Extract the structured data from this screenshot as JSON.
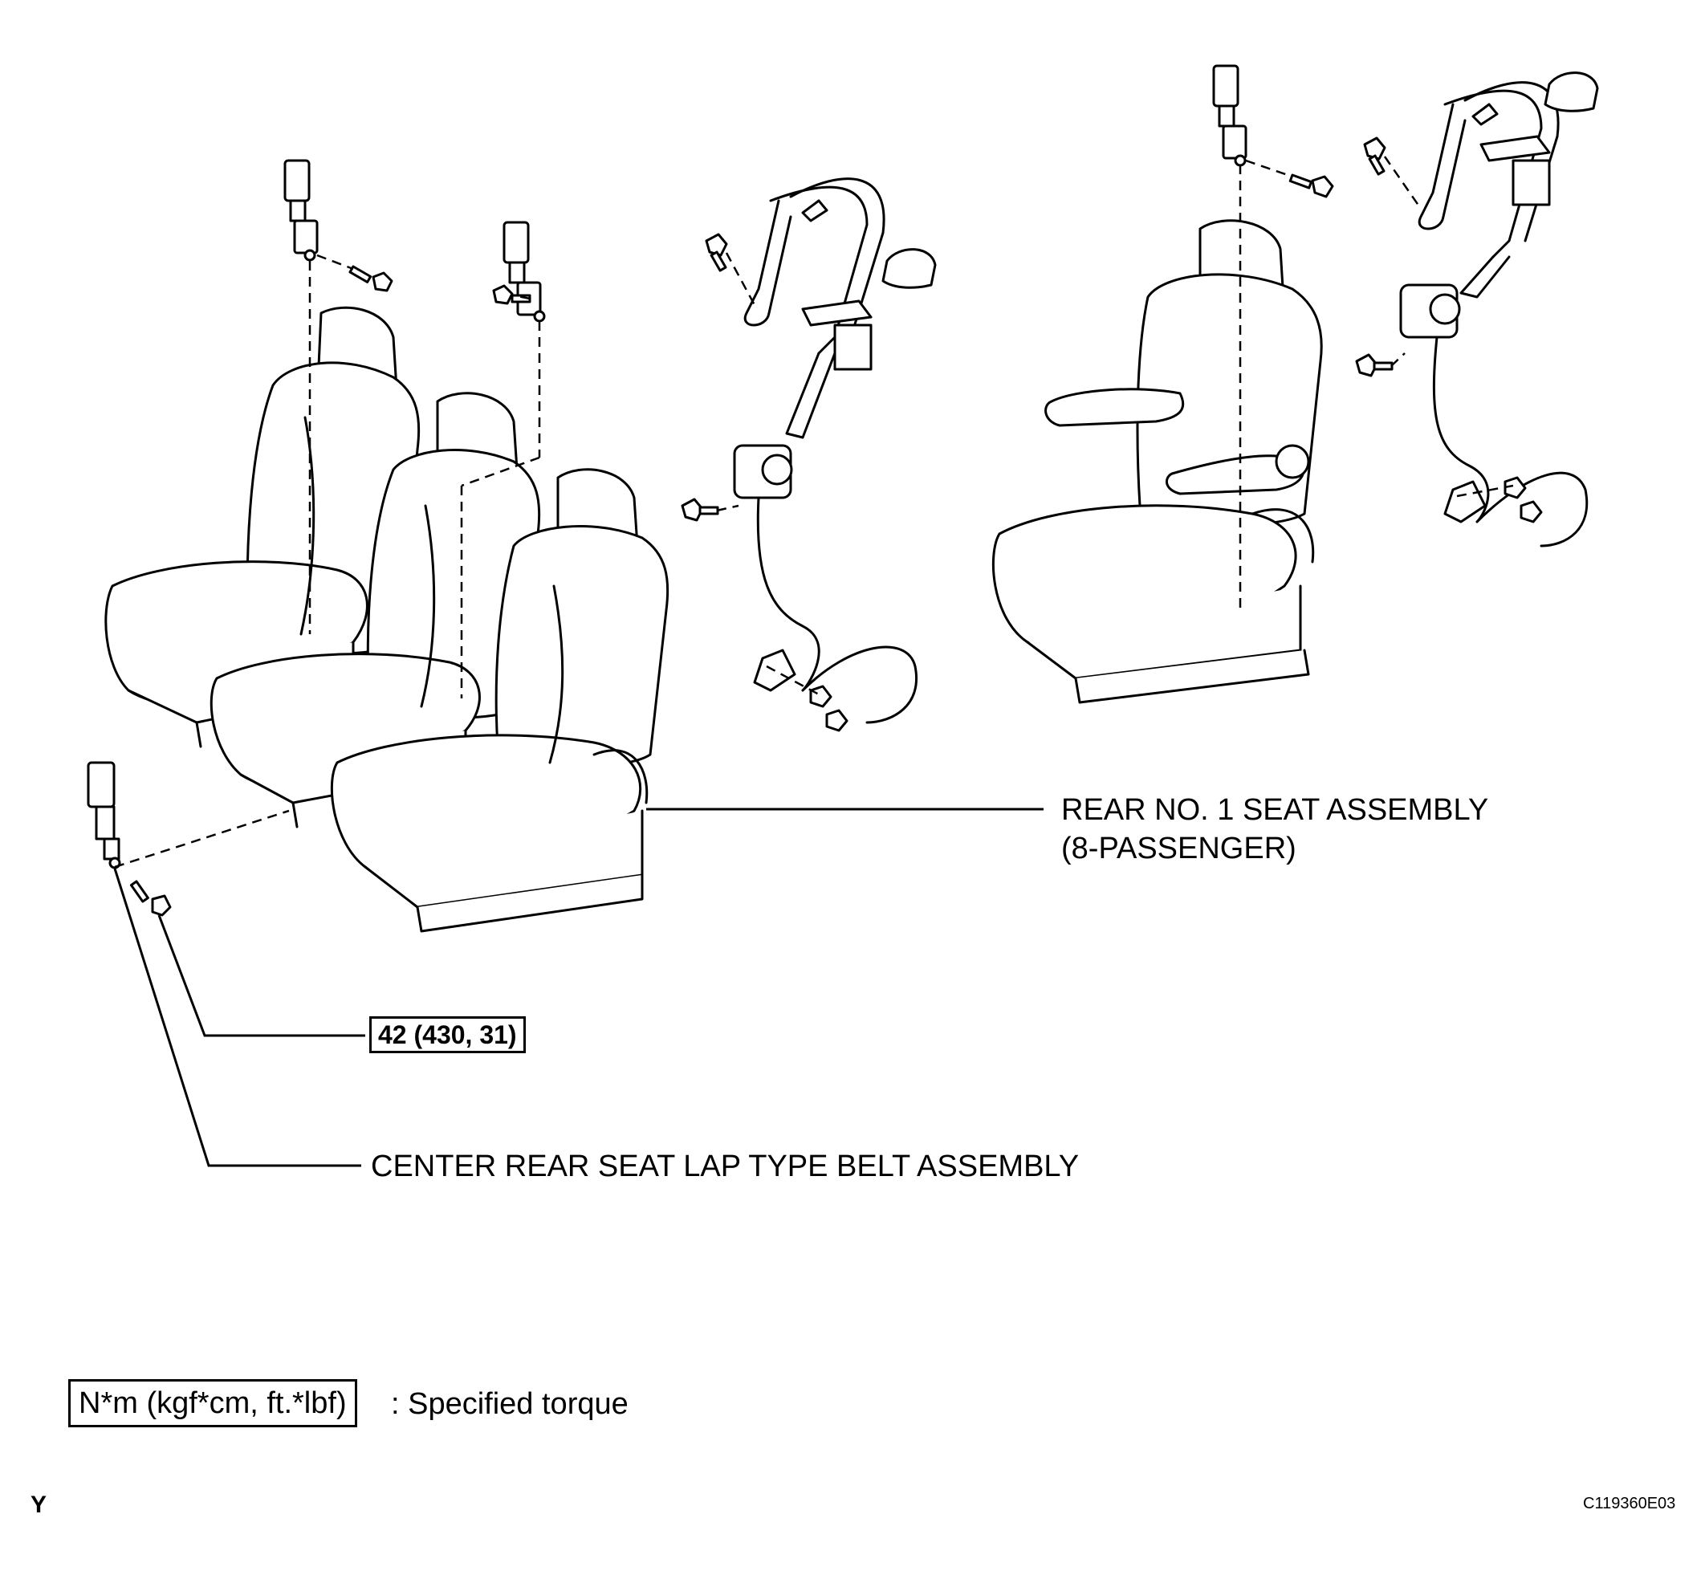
{
  "labels": {
    "rear_seat_assembly_line1": "REAR NO. 1 SEAT ASSEMBLY",
    "rear_seat_assembly_line2": "(8-PASSENGER)",
    "center_lap_belt": "CENTER REAR SEAT LAP TYPE BELT ASSEMBLY",
    "torque_value": "42 (430, 31)"
  },
  "legend": {
    "unit_box": "N*m (kgf*cm, ft.*lbf)",
    "description": ": Specified torque"
  },
  "footer": {
    "corner_letter": "Y",
    "figure_code": "C119360E03"
  },
  "colors": {
    "line": "#000000",
    "background": "#ffffff"
  }
}
